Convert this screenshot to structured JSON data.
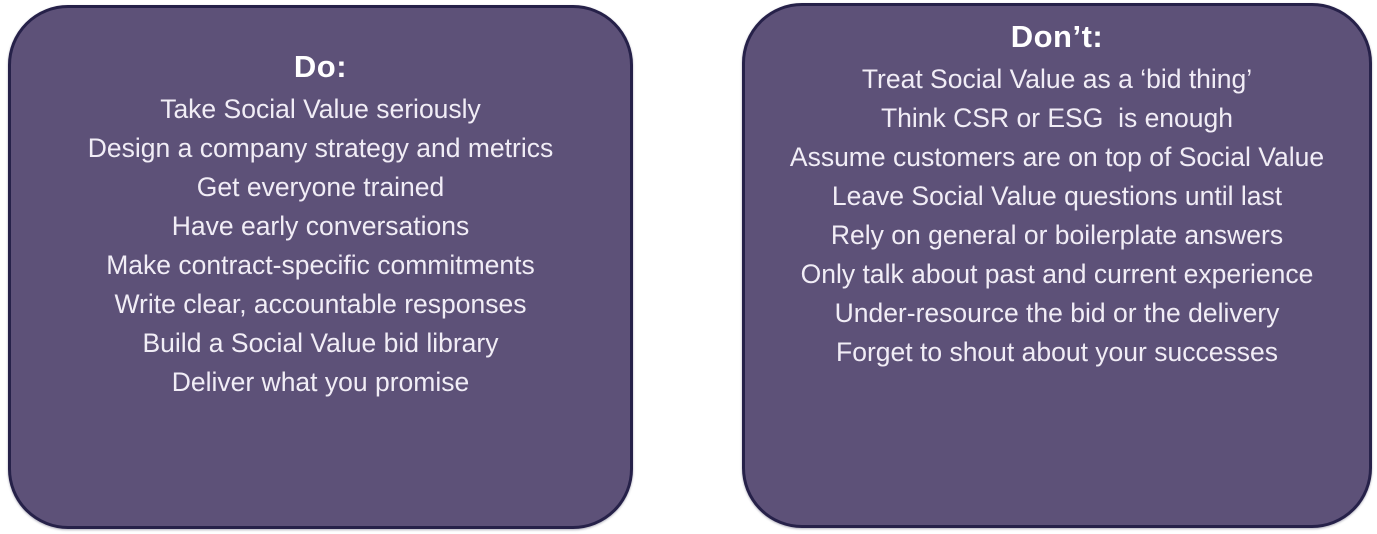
{
  "colors": {
    "page_background": "#ffffff",
    "card_fill": "#5d5178",
    "card_border": "#262149",
    "title_text": "#ffffff",
    "body_text": "#f1edf6"
  },
  "cards": {
    "do": {
      "title": "Do:",
      "items": [
        "Take Social Value seriously",
        "Design a company strategy and metrics",
        "Get everyone trained",
        "Have early conversations",
        "Make contract-specific commitments",
        "Write clear, accountable responses",
        "Build a Social Value bid library",
        "Deliver what you promise"
      ]
    },
    "dont": {
      "title": "Don’t:",
      "items": [
        "Treat Social Value as a ‘bid thing’",
        "Think CSR or ESG  is enough",
        "Assume customers are on top of Social Value",
        "Leave Social Value questions until last",
        "Rely on general or boilerplate answers",
        "Only talk about past and current experience",
        "Under-resource the bid or the delivery",
        "Forget to shout about your successes"
      ]
    }
  }
}
